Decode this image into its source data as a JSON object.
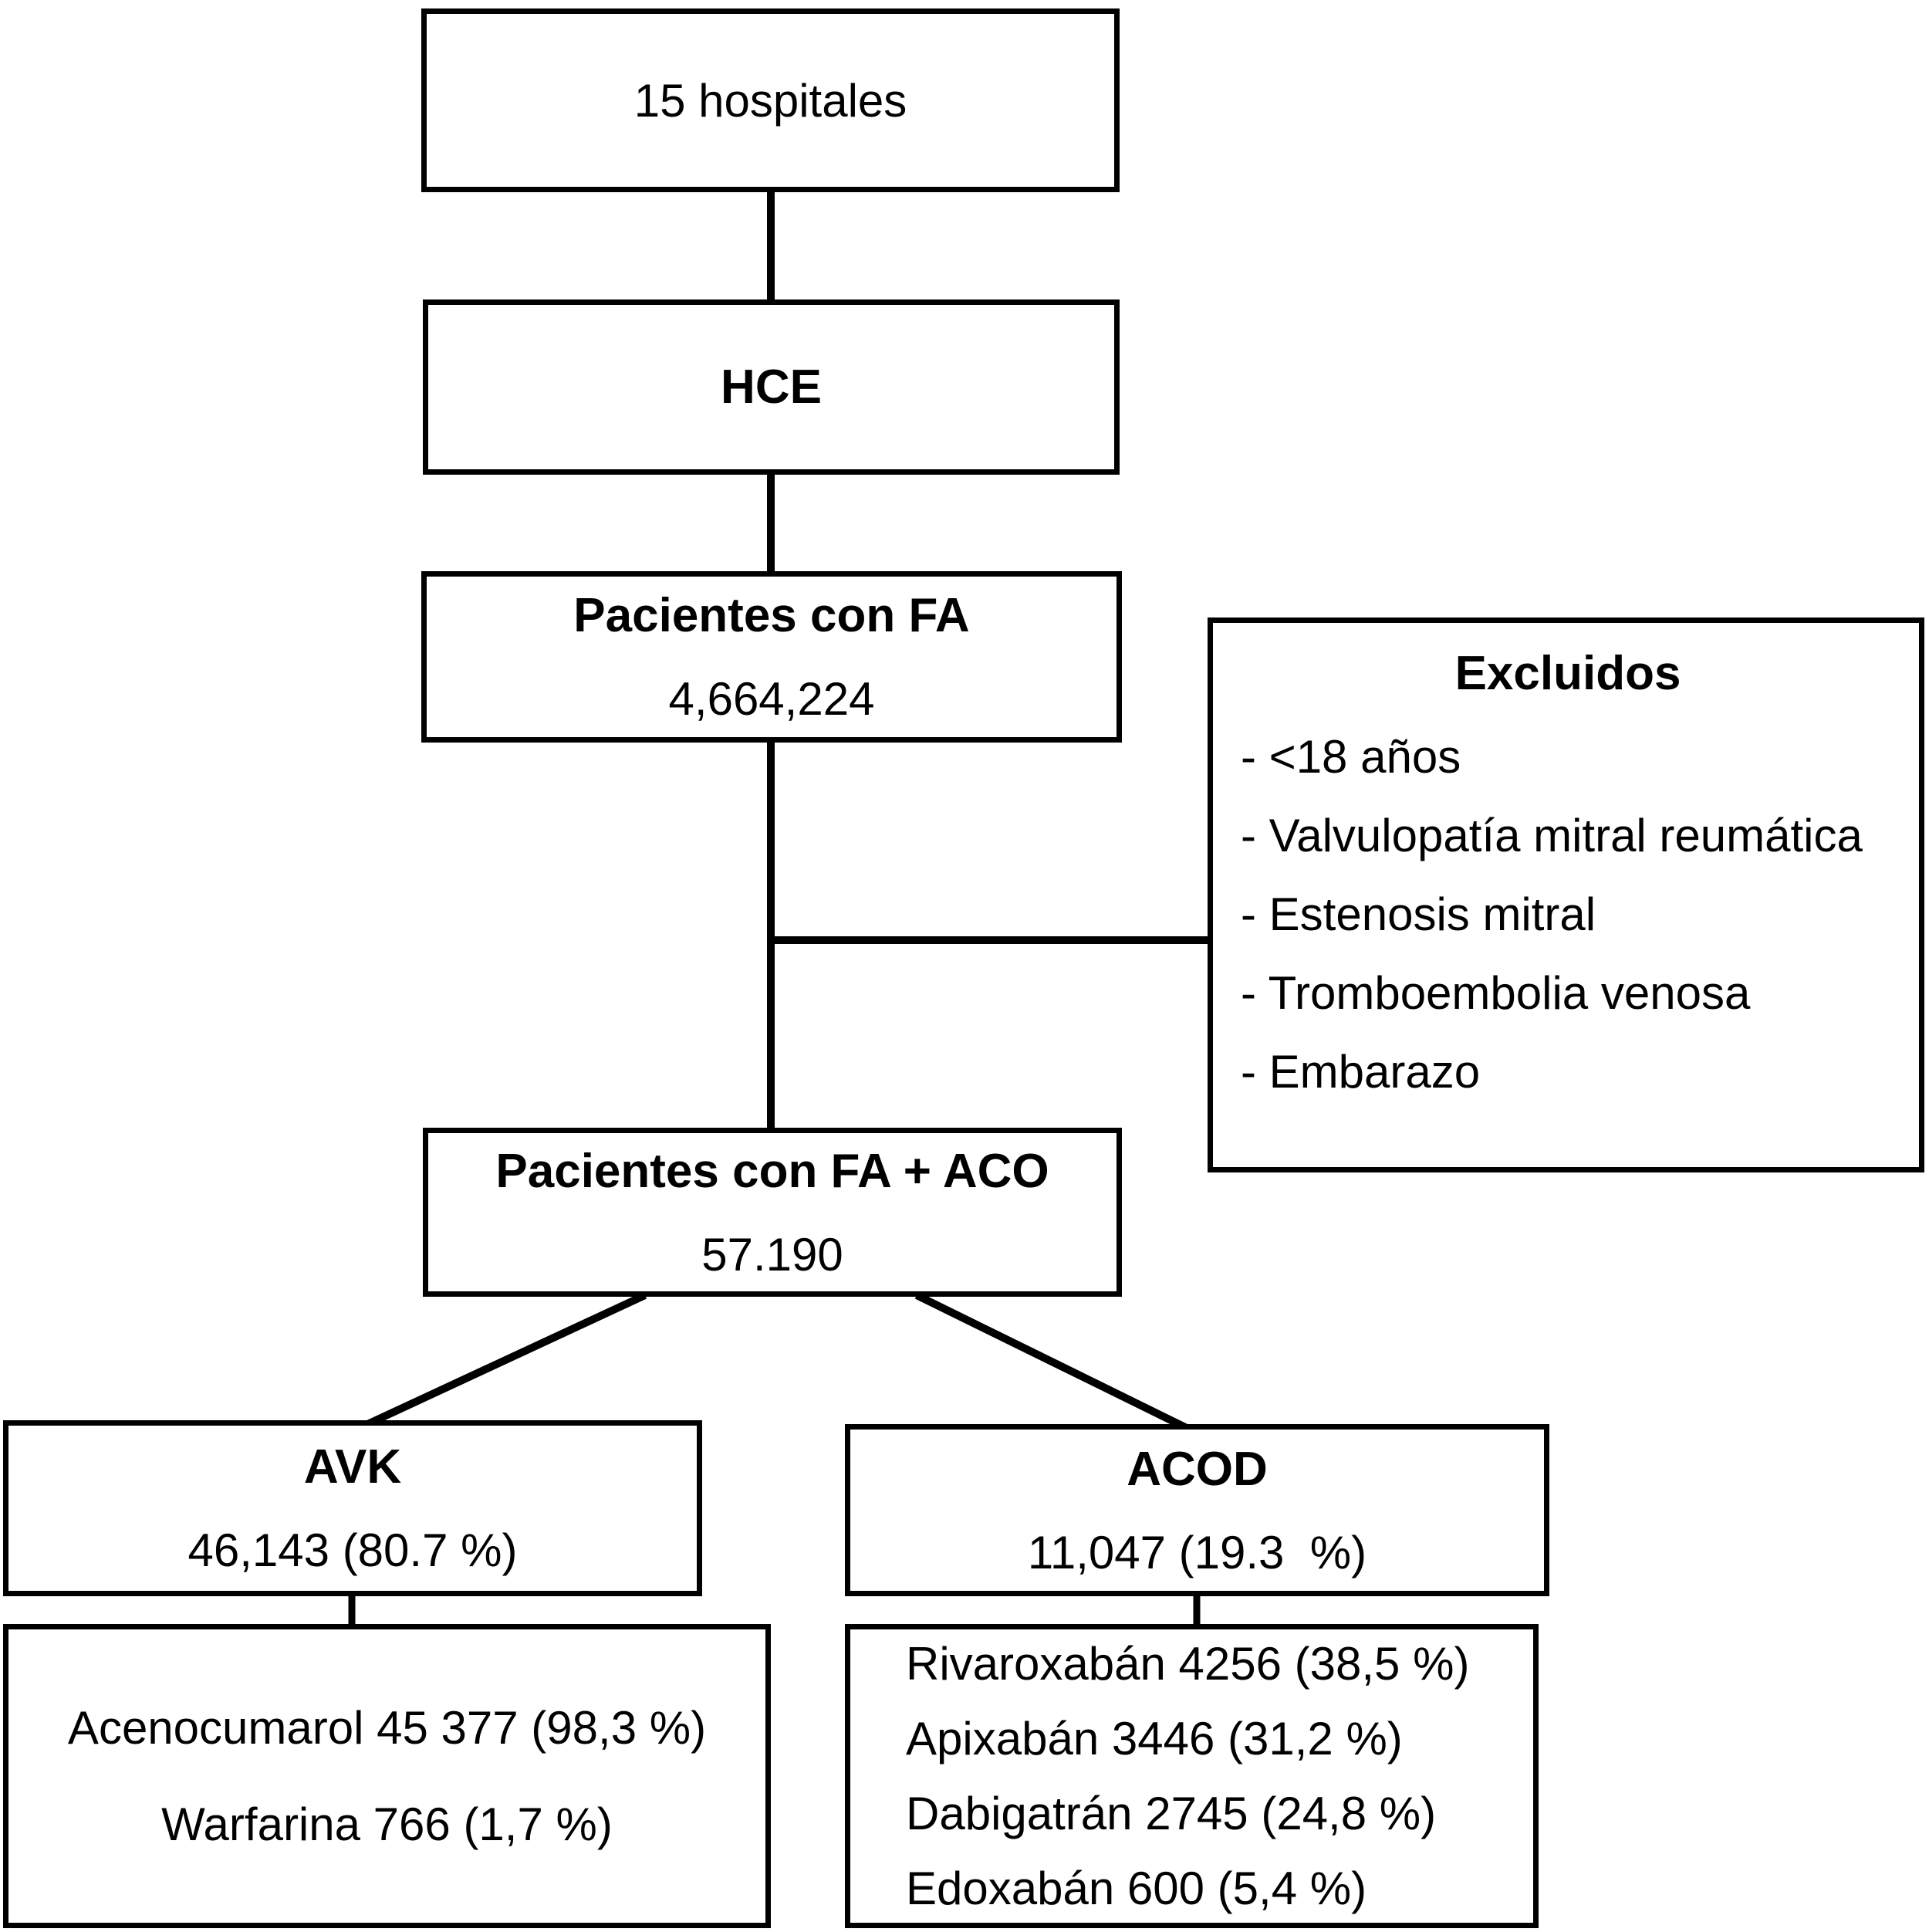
{
  "colors": {
    "line": "#000000",
    "background": "#ffffff",
    "text": "#000000"
  },
  "diagram": {
    "box_hospitals": {
      "label": "15 hospitales"
    },
    "box_hce": {
      "label": "HCE"
    },
    "box_fa": {
      "title": "Pacientes con FA",
      "value": "4,664,224"
    },
    "box_excluded": {
      "title": "Excluidos",
      "items": [
        "- <18 años",
        "- Valvulopatía mitral reumática",
        "- Estenosis mitral",
        "- Tromboembolia venosa",
        "- Embarazo"
      ]
    },
    "box_fa_aco": {
      "title": "Pacientes con FA + ACO",
      "value": "57.190"
    },
    "box_avk": {
      "title": "AVK",
      "value": "46,143 (80.7 %)"
    },
    "box_acod": {
      "title": "ACOD",
      "value": "11,047 (19.3  %)"
    },
    "box_avk_detail": {
      "items": [
        "Acenocumarol 45 377 (98,3 %)",
        "Warfarina 766 (1,7 %)"
      ]
    },
    "box_acod_detail": {
      "items": [
        "Rivaroxabán 4256 (38,5 %)",
        "Apixabán 3446 (31,2 %)",
        "Dabigatrán 2745 (24,8 %)",
        "Edoxabán 600 (5,4 %)"
      ]
    }
  }
}
